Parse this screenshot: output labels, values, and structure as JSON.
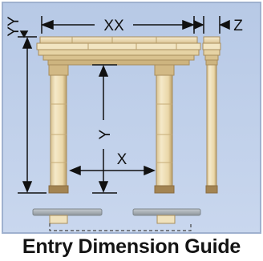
{
  "title": "Entry Dimension Guide",
  "labels": {
    "xx": "XX",
    "yy": "YY",
    "z": "Z",
    "x": "X",
    "y": "Y"
  },
  "colors": {
    "background_top": "#b7c9e6",
    "background_bottom": "#c9d7ee",
    "stone_light": "#f3e6c4",
    "stone_mid": "#e3cf9f",
    "stone_shadow": "#b89c66",
    "base_slab": "#9aa2a8",
    "border": "#9fb1cf",
    "text": "#141414"
  }
}
